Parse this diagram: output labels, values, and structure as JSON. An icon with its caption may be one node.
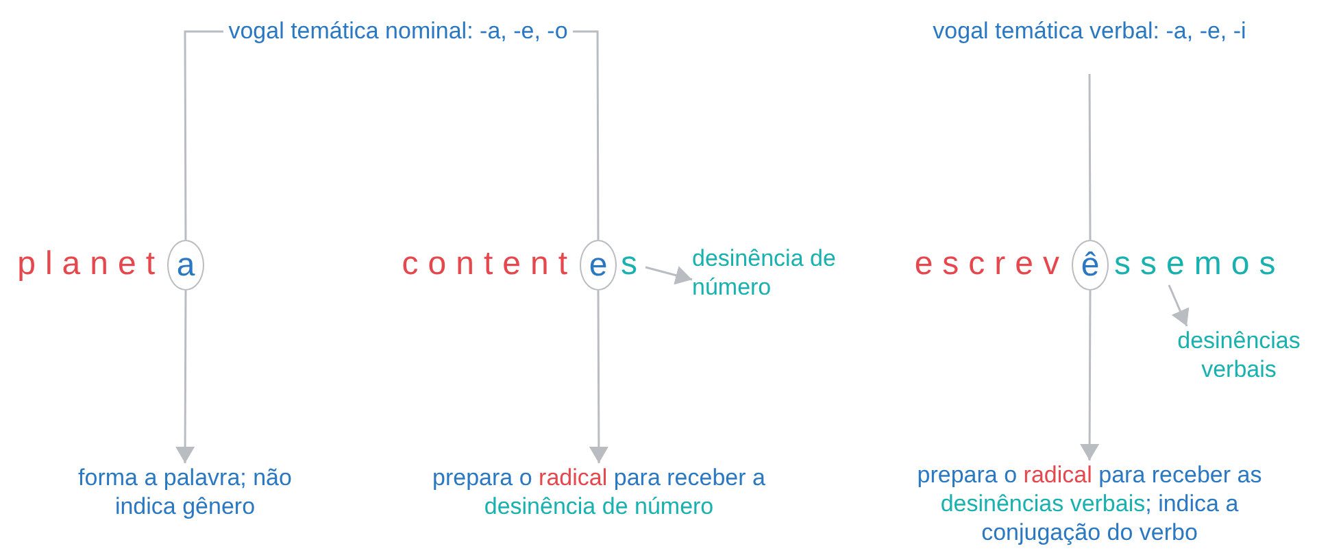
{
  "diagram": {
    "nodes": [
      {
        "text": [
          "vogal temática nominal: -a, -e, -o"
        ]
      },
      {
        "text": [
          "a"
        ]
      },
      {
        "text": [
          "e"
        ]
      },
      {
        "text": [
          "s"
        ]
      },
      {
        "text": [
          "desinência de número"
        ]
      },
      {
        "text": [
          "vogal temática verbal: -a, -e, -i"
        ]
      },
      {
        "text": [
          "ê"
        ]
      },
      {
        "text": [
          "ssemos"
        ]
      },
      {
        "text": [
          "desinências verbais"
        ]
      },
      {
        "text": [
          "forma a palavra; não indica gênero"
        ]
      },
      {
        "text": [
          "prepara o",
          "radical",
          "para receber a",
          "desinência de número"
        ]
      },
      {
        "text": [
          "prepara o",
          "radical",
          "para receber as",
          "desinências verbais",
          "; indica a conjugação do verbo"
        ]
      }
    ],
    "edges": [
      {
        "from": 0,
        "to": 1,
        "arrow": "none"
      },
      {
        "from": 0,
        "to": 2,
        "arrow": "none"
      },
      {
        "from": 1,
        "to": 9,
        "arrow": "to"
      },
      {
        "from": 2,
        "to": 10,
        "arrow": "to"
      },
      {
        "from": 3,
        "to": 4,
        "arrow": "to"
      },
      {
        "from": 5,
        "to": 6,
        "arrow": "none"
      },
      {
        "from": 6,
        "to": 11,
        "arrow": "to"
      },
      {
        "from": 7,
        "to": 8,
        "arrow": "to"
      }
    ],
    "labels": [
      "planet",
      "content",
      "escrev"
    ]
  }
}
